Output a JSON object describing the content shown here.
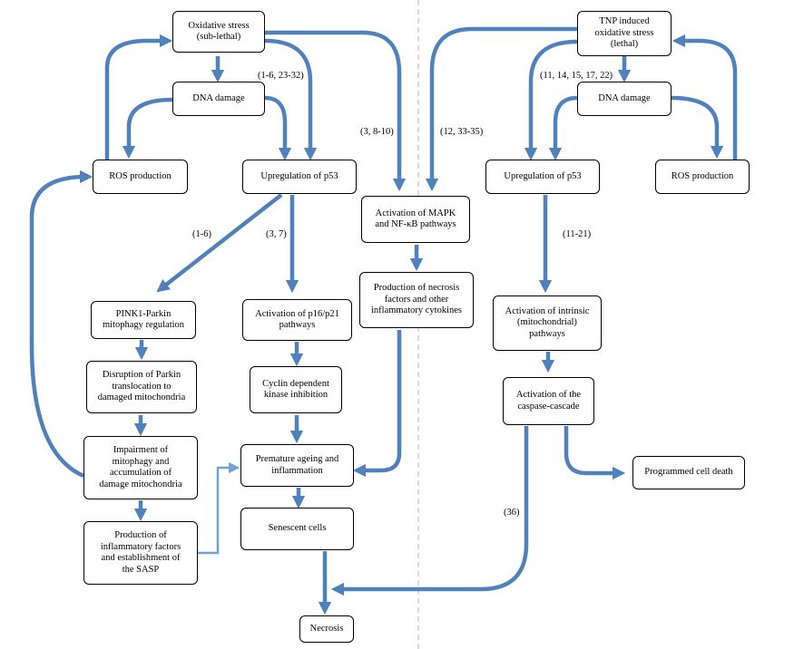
{
  "nodes": {
    "oxidative_stress_sublethal": "Oxidative stress\n(sub-lethal)",
    "dna_damage_left": "DNA damage",
    "ros_production_left": "ROS production",
    "upregulation_p53_left": "Upregulation of p53",
    "activation_mapk": "Activation of MAPK\nand NF-κB pathways",
    "production_necrosis_factors": "Production of necrosis\nfactors and other\ninflammatory cytokines",
    "pink1_parkin": "PINK1-Parkin\nmitophagy regulation",
    "disruption_parkin": "Disruption of Parkin\ntranslocation to\ndamaged mitochondria",
    "impairment_mitophagy": "Impairment of\nmitophagy and\naccumulation of\ndamage mitochondria",
    "production_inflammatory_sasp": "Production of\ninflammatory factors\nand establishment of\nthe SASP",
    "activation_p16_p21": "Activation of p16/p21\npathways",
    "cyclin_kinase_inhibition": "Cyclin dependent\nkinase inhibition",
    "premature_ageing": "Premature ageing and\ninflammation",
    "senescent_cells": "Senescent cells",
    "necrosis": "Necrosis",
    "tnp_oxidative_stress": "TNP induced\noxidative stress\n(lethal)",
    "dna_damage_right": "DNA damage",
    "upregulation_p53_right": "Upregulation of p53",
    "ros_production_right": "ROS production",
    "activation_intrinsic": "Activation of intrinsic\n(mitochondrial)\npathways",
    "activation_caspase": "Activation of the\ncaspase-cascade",
    "programmed_cell_death": "Programmed cell death"
  },
  "references": {
    "ref_1_6_23_32": "(1-6, 23-32)",
    "ref_3_8_10": "(3, 8-10)",
    "ref_12_33_35": "(12, 33-35)",
    "ref_11_14_15_17_22": "(11, 14, 15, 17, 22)",
    "ref_1_6": "(1-6)",
    "ref_3_7": "(3, 7)",
    "ref_11_21": "(11-21)",
    "ref_36": "(36)"
  },
  "colors": {
    "arrow": "#4f81bd",
    "arrow_dark": "#3a6ea5",
    "arrow_light": "#6fa3d8",
    "divider": "#e8a0a0",
    "node_border": "#000000"
  }
}
